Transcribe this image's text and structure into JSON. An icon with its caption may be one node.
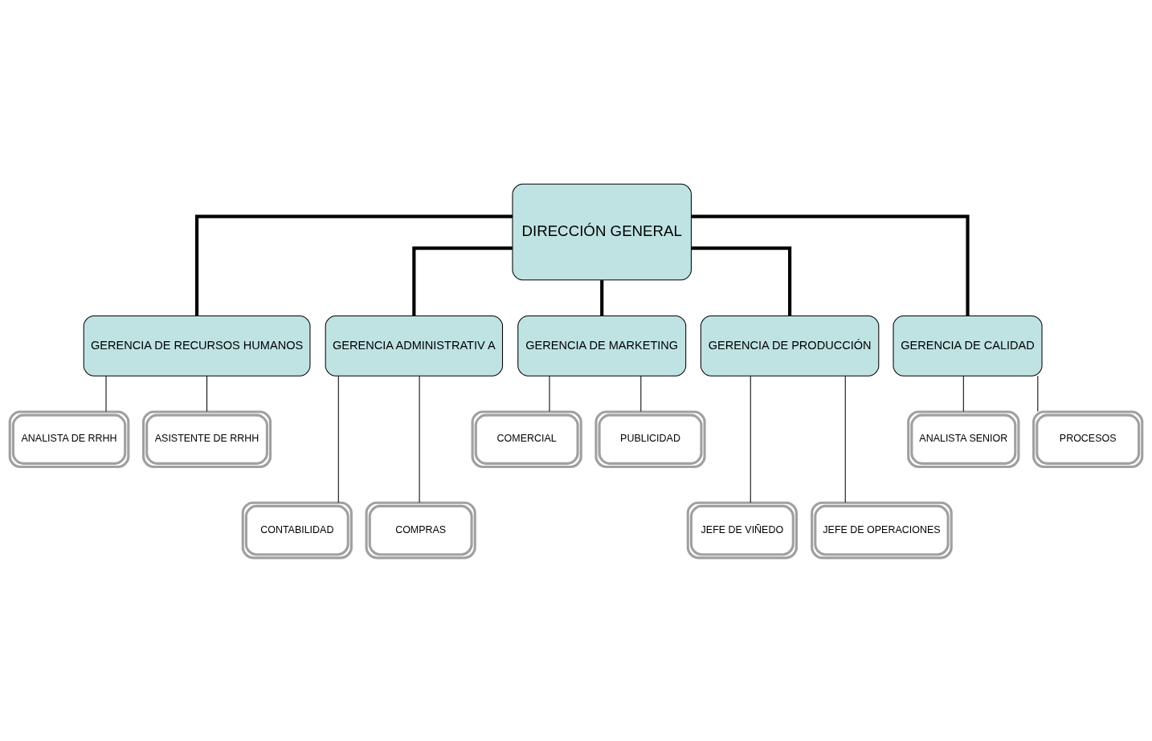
{
  "diagram": {
    "nodes": [
      {
        "text": [
          "DIRECCIÓN GENERAL"
        ]
      },
      {
        "text": [
          "GERENCIA DE RECURSOS HUMANOS"
        ]
      },
      {
        "text": [
          "GERENCIA ADMINISTRATIV A"
        ]
      },
      {
        "text": [
          "GERENCIA DE MARKETING"
        ]
      },
      {
        "text": [
          "GERENCIA DE PRODUCCIÓN"
        ]
      },
      {
        "text": [
          "GERENCIA DE CALIDAD"
        ]
      },
      {
        "text": [
          "ANALISTA DE RRHH"
        ]
      },
      {
        "text": [
          "ASISTENTE DE RRHH"
        ]
      },
      {
        "text": [
          "COMERCIAL"
        ]
      },
      {
        "text": [
          "PUBLICIDAD"
        ]
      },
      {
        "text": [
          "ANALISTA SENIOR"
        ]
      },
      {
        "text": [
          "PROCESOS"
        ]
      },
      {
        "text": [
          "CONTABILIDAD"
        ]
      },
      {
        "text": [
          "COMPRAS"
        ]
      },
      {
        "text": [
          "JEFE DE VIÑEDO"
        ]
      },
      {
        "text": [
          "JEFE DE OPERACIONES"
        ]
      }
    ],
    "edges": [
      {
        "from": 0,
        "to": 1,
        "arrow": "none",
        "style": "thick"
      },
      {
        "from": 0,
        "to": 2,
        "arrow": "none",
        "style": "thick"
      },
      {
        "from": 0,
        "to": 3,
        "arrow": "none",
        "style": "thick"
      },
      {
        "from": 0,
        "to": 4,
        "arrow": "none",
        "style": "thick"
      },
      {
        "from": 0,
        "to": 5,
        "arrow": "none",
        "style": "thick"
      },
      {
        "from": 1,
        "to": 6,
        "arrow": "none"
      },
      {
        "from": 1,
        "to": 7,
        "arrow": "none"
      },
      {
        "from": 2,
        "to": 12,
        "arrow": "none"
      },
      {
        "from": 2,
        "to": 13,
        "arrow": "none"
      },
      {
        "from": 3,
        "to": 8,
        "arrow": "none"
      },
      {
        "from": 3,
        "to": 9,
        "arrow": "none"
      },
      {
        "from": 4,
        "to": 14,
        "arrow": "none"
      },
      {
        "from": 4,
        "to": 15,
        "arrow": "none"
      },
      {
        "from": 5,
        "to": 10,
        "arrow": "none"
      },
      {
        "from": 5,
        "to": 11,
        "arrow": "none"
      }
    ]
  }
}
